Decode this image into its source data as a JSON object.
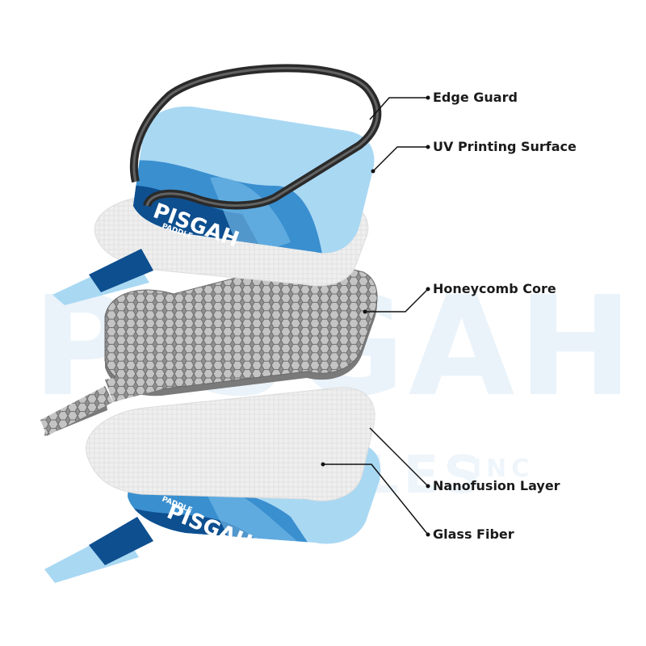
{
  "watermark": {
    "main": "PISGAH",
    "sub": "PADDLES",
    "sub_tail": "INC"
  },
  "paddle_brand": {
    "name": "PISGAH",
    "tag": "PADDLE"
  },
  "labels": [
    {
      "key": "edge_guard",
      "text": "Edge Guard"
    },
    {
      "key": "uv_surface",
      "text": "UV Printing Surface"
    },
    {
      "key": "honeycomb",
      "text": "Honeycomb Core"
    },
    {
      "key": "nanofusion",
      "text": "Nanofusion Layer"
    },
    {
      "key": "glass_fiber",
      "text": "Glass Fiber"
    }
  ],
  "colors": {
    "light_blue": "#a9d8f3",
    "mid_blue": "#3a8fcf",
    "dark_blue": "#0e4f8f",
    "edge_guard": "#3a3a3a",
    "honeycomb": "#9a9a9a",
    "fiber": "#ececec"
  }
}
